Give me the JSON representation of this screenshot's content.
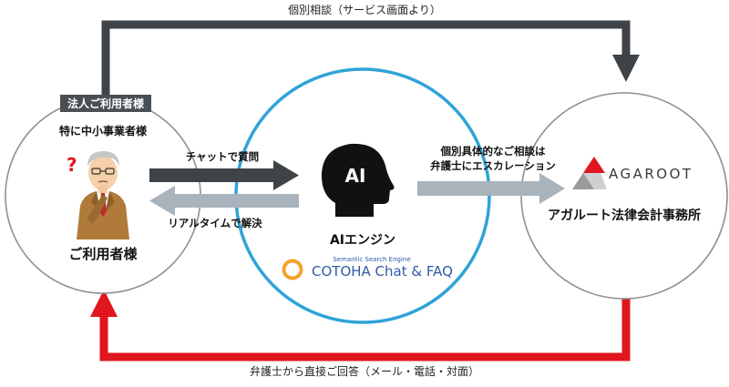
{
  "flows": {
    "top_label": "個別相談（サービス画面より）",
    "bottom_label": "弁護士から直接ご回答（メール・電話・対面）",
    "chat_question_label": "チャットで質問",
    "realtime_answer_label": "リアルタイムで解決",
    "escalation_label_line1": "個別具体的なご相談は",
    "escalation_label_line2": "弁護士にエスカレーション"
  },
  "user_node": {
    "tag": "法人ご利用者様",
    "subtitle": "特に中小事業者様",
    "name": "ご利用者様",
    "question_mark": "?"
  },
  "ai_node": {
    "head_text": "AI",
    "name": "AIエンジン",
    "product_tagline": "Semantic Search Engine",
    "product_name": "COTOHA Chat & FAQ"
  },
  "firm_node": {
    "logo_text": "AGAROOT",
    "name": "アガルート法律会計事務所"
  },
  "colors": {
    "dark_arrow": "#3d4347",
    "light_arrow": "#a8b3bc",
    "red_line": "#e0161e",
    "blue_ring": "#2fa3d8",
    "gray_ring": "#8f8f8f",
    "logo_gold": "#f0a52a"
  }
}
